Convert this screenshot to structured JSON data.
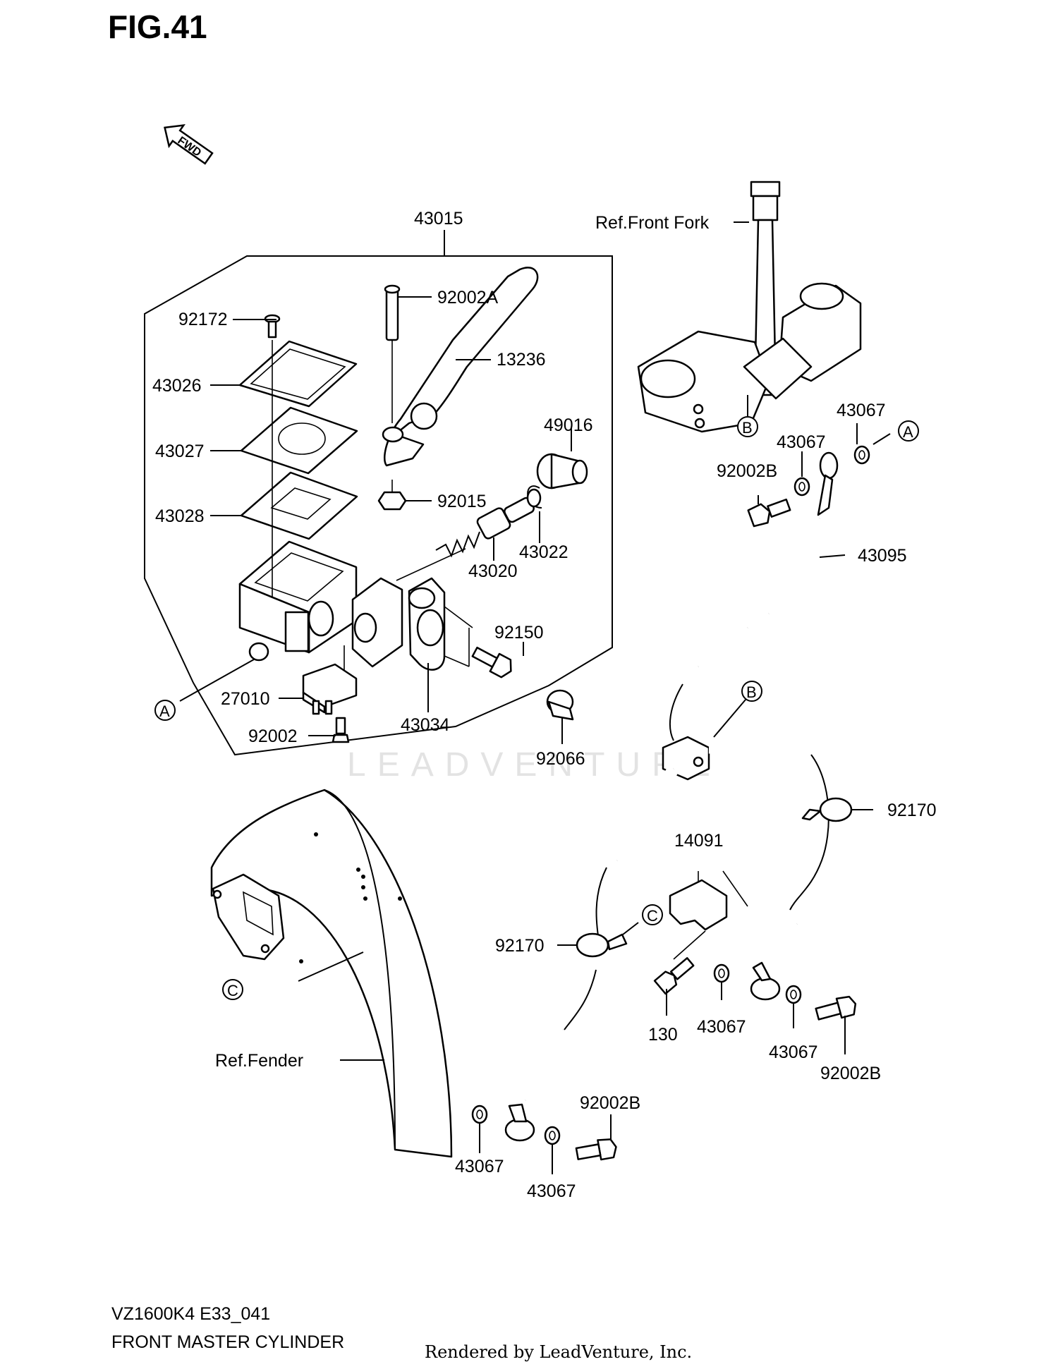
{
  "figure": {
    "title": "FIG.41",
    "model_code": "VZ1600K4 E33_041",
    "section_title": "FRONT MASTER CYLINDER",
    "rendered_by": "Rendered by LeadVenture, Inc.",
    "watermark": "LEADVENTURE",
    "fwd_arrow": "FWD"
  },
  "labels": {
    "assy_43015": "43015",
    "p92172": "92172",
    "p43026": "43026",
    "p43027": "43027",
    "p43028": "43028",
    "p92002A": "92002A",
    "p13236": "13236",
    "p49016": "49016",
    "p92015": "92015",
    "p43022": "43022",
    "p43020": "43020",
    "p92150": "92150",
    "p27010": "27010",
    "p43034": "43034",
    "p92002": "92002",
    "p92066": "92066",
    "ref_front_fork": "Ref.Front Fork",
    "p43067_a": "43067",
    "p43067_b": "43067",
    "p92002B_a": "92002B",
    "p43095": "43095",
    "p92170_a": "92170",
    "p14091": "14091",
    "p92170_b": "92170",
    "p130": "130",
    "p43067_c": "43067",
    "p43067_d": "43067",
    "p92002B_b": "92002B",
    "ref_fender": "Ref.Fender",
    "p92002B_c": "92002B",
    "p43067_e": "43067",
    "p43067_f": "43067"
  },
  "markers": {
    "a_left": "A",
    "a_right": "A",
    "b_top": "B",
    "b_mid": "B",
    "c_hose": "C",
    "c_fender": "C"
  }
}
